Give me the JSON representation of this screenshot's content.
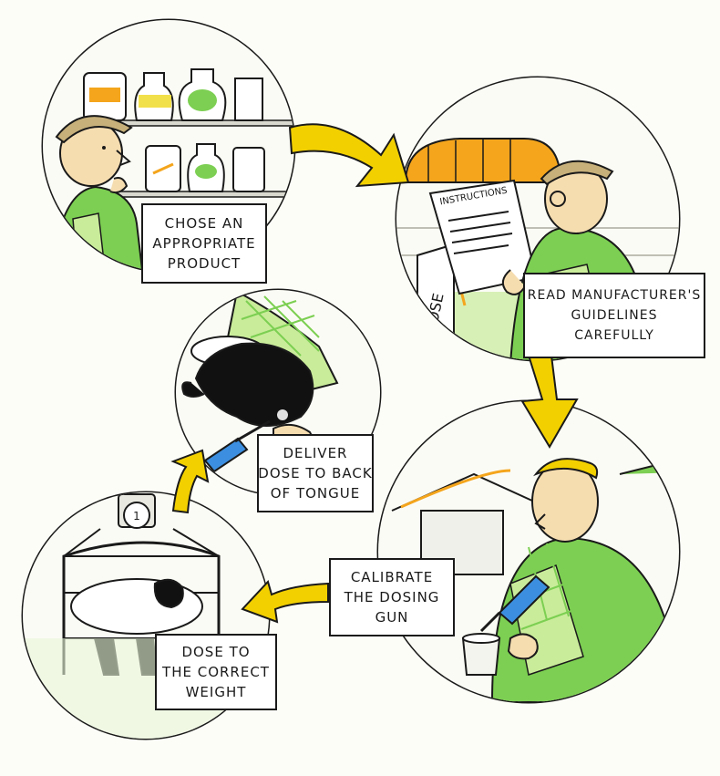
{
  "palette": {
    "arrow": "#f2d000",
    "arrow_outline": "#1a1a1a",
    "green": "#7ccf52",
    "light_green": "#c9ec9a",
    "orange": "#f4a51c",
    "skin": "#f6ddb0",
    "outline": "#1a1a1a"
  },
  "steps": [
    {
      "icon": "product-shelf-scene",
      "lines": [
        "CHOSE AN",
        "APPROPRIATE",
        "PRODUCT"
      ]
    },
    {
      "icon": "instructions-reading-scene",
      "lines": [
        "READ MANUFACTURER'S",
        "GUIDELINES",
        "CAREFULLY"
      ]
    },
    {
      "icon": "sheep-dosing-scene",
      "lines": [
        "DELIVER",
        "DOSE TO BACK",
        "OF TONGUE"
      ]
    },
    {
      "icon": "dosing-gun-scene",
      "lines": [
        "CALIBRATE",
        "THE DOSING",
        "GUN"
      ]
    },
    {
      "icon": "sheep-weighing-scene",
      "lines": [
        "DOSE TO",
        "THE CORRECT",
        "WEIGHT"
      ]
    }
  ],
  "scene_text": {
    "instructions": "INSTRUCTIONS",
    "dose_box": "DOSE",
    "scale_dial": "1"
  }
}
